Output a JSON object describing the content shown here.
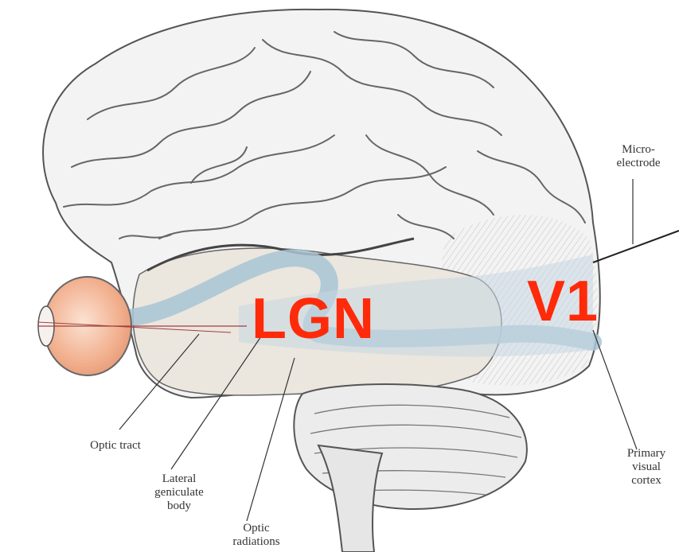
{
  "labels": {
    "microelectrode_line1": "Micro-",
    "microelectrode_line2": "electrode",
    "optic_tract": "Optic tract",
    "lgn_line1": "Lateral",
    "lgn_line2": "geniculate",
    "lgn_line3": "body",
    "optic_radiations_line1": "Optic",
    "optic_radiations_line2": "radiations",
    "v1_line1": "Primary",
    "v1_line2": "visual",
    "v1_line3": "cortex"
  },
  "overlay": {
    "lgn": "LGN",
    "v1": "V1",
    "color": "#ff2a0a"
  },
  "colors": {
    "pathway": "#a8c4d4",
    "eye": "#f2b08f",
    "outline": "#444444"
  }
}
